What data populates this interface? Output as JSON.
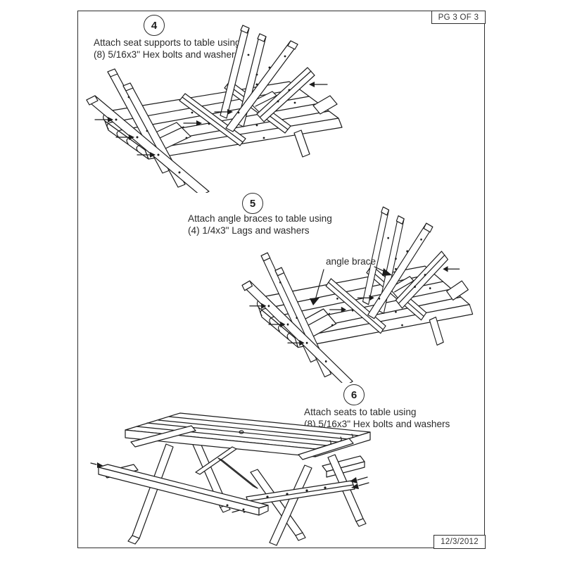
{
  "page": {
    "page_label": "PG 3 OF 3",
    "date": "12/3/2012"
  },
  "steps": [
    {
      "number": "4",
      "line1": "Attach seat supports to table using",
      "line2": "(8) 5/16x3\" Hex bolts and washers"
    },
    {
      "number": "5",
      "line1": "Attach angle braces to table using",
      "line2": "(4) 1/4x3\" Lags and washers",
      "callout": "angle brace"
    },
    {
      "number": "6",
      "line1": "Attach seats to table using",
      "line2": "(8) 5/16x3\" Hex bolts and washers"
    }
  ],
  "colors": {
    "ink": "#1c1c1c",
    "frame_border": "#2e2e2e",
    "background": "#ffffff"
  }
}
